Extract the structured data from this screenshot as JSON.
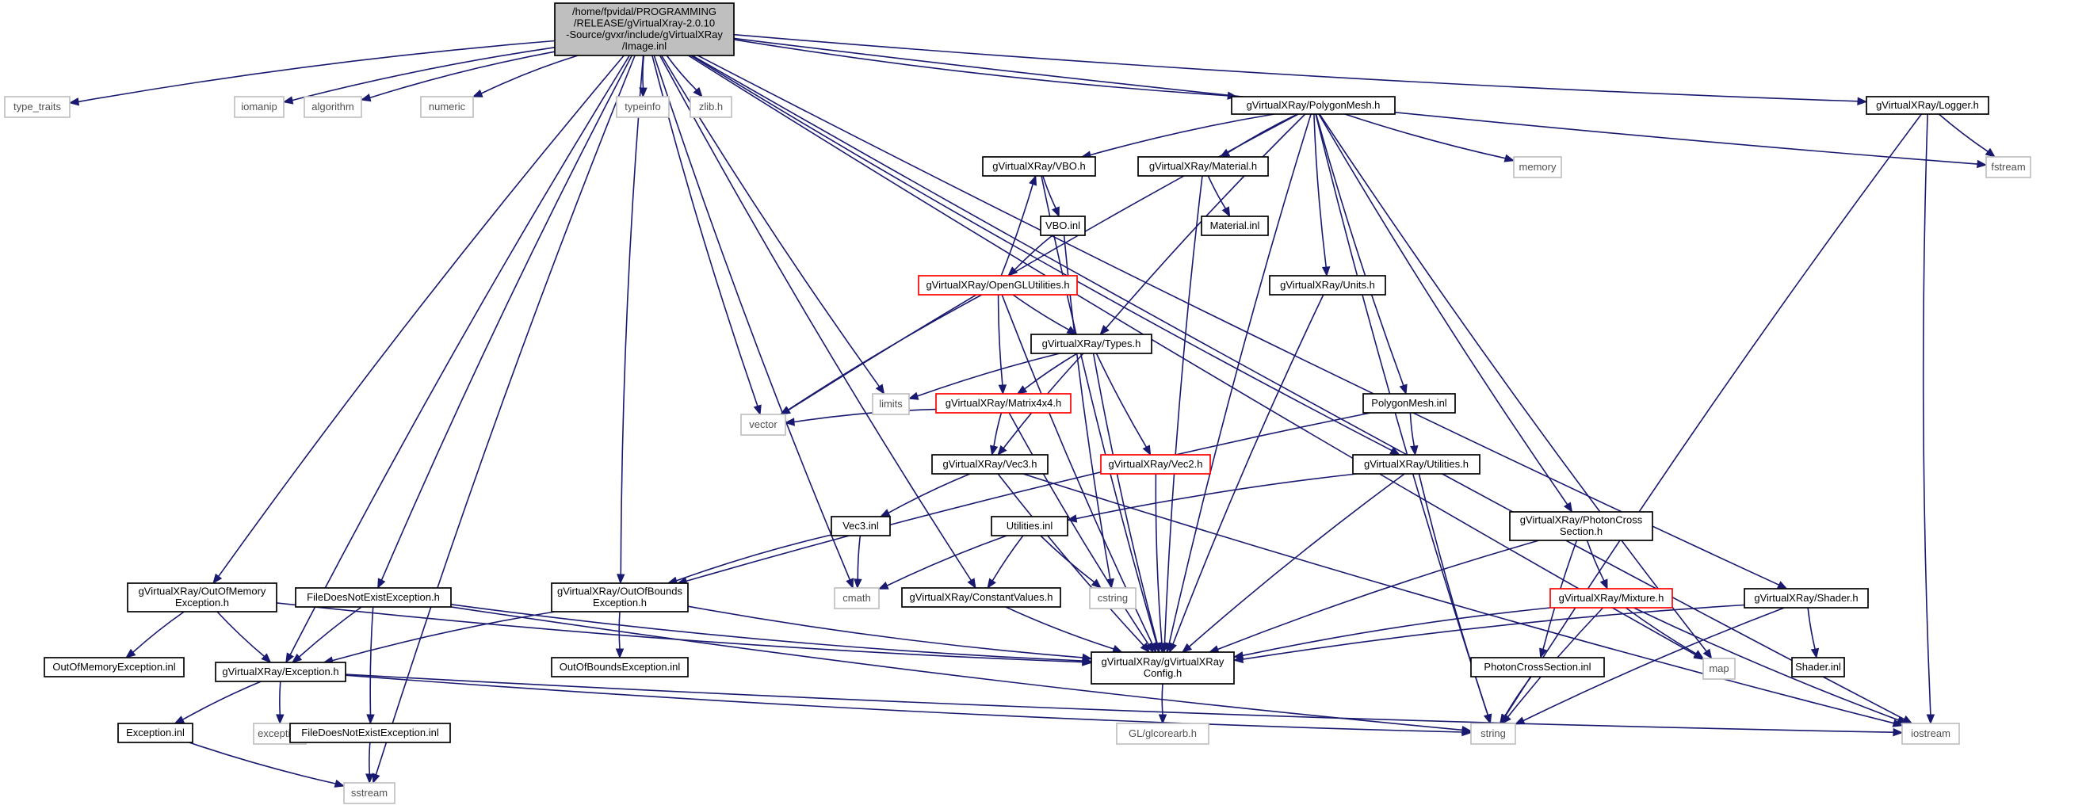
{
  "colors": {
    "edge": "#191970",
    "root_fill": "#bfbfbf",
    "header_border": "#000000",
    "missing_border": "#ff0000",
    "system_border": "#c0c0c0"
  },
  "nodes": {
    "root": {
      "lines": [
        "/home/fpvidal/PROGRAMMING",
        "/RELEASE/gVirtualXray-2.0.10",
        "-Source/gvxr/include/gVirtualXRay",
        "/Image.inl"
      ],
      "kind": "root"
    },
    "type_traits": {
      "lines": [
        "type_traits"
      ],
      "kind": "system"
    },
    "iomanip": {
      "lines": [
        "iomanip"
      ],
      "kind": "system"
    },
    "algorithm": {
      "lines": [
        "algorithm"
      ],
      "kind": "system"
    },
    "numeric": {
      "lines": [
        "numeric"
      ],
      "kind": "system"
    },
    "typeinfo": {
      "lines": [
        "typeinfo"
      ],
      "kind": "system"
    },
    "zlib": {
      "lines": [
        "zlib.h"
      ],
      "kind": "system"
    },
    "polymesh": {
      "lines": [
        "gVirtualXRay/PolygonMesh.h"
      ],
      "kind": "header"
    },
    "logger": {
      "lines": [
        "gVirtualXRay/Logger.h"
      ],
      "kind": "header"
    },
    "fstream": {
      "lines": [
        "fstream"
      ],
      "kind": "system"
    },
    "vbo_h": {
      "lines": [
        "gVirtualXRay/VBO.h"
      ],
      "kind": "header"
    },
    "material_h": {
      "lines": [
        "gVirtualXRay/Material.h"
      ],
      "kind": "header"
    },
    "memory": {
      "lines": [
        "memory"
      ],
      "kind": "system"
    },
    "vbo_inl": {
      "lines": [
        "VBO.inl"
      ],
      "kind": "header"
    },
    "material_inl": {
      "lines": [
        "Material.inl"
      ],
      "kind": "header"
    },
    "glutils": {
      "lines": [
        "gVirtualXRay/OpenGLUtilities.h"
      ],
      "kind": "missing"
    },
    "units": {
      "lines": [
        "gVirtualXRay/Units.h"
      ],
      "kind": "header"
    },
    "types": {
      "lines": [
        "gVirtualXRay/Types.h"
      ],
      "kind": "header"
    },
    "limits": {
      "lines": [
        "limits"
      ],
      "kind": "system"
    },
    "matrix": {
      "lines": [
        "gVirtualXRay/Matrix4x4.h"
      ],
      "kind": "missing"
    },
    "polymesh_inl": {
      "lines": [
        "PolygonMesh.inl"
      ],
      "kind": "header"
    },
    "vector": {
      "lines": [
        "vector"
      ],
      "kind": "system"
    },
    "vec3_h": {
      "lines": [
        "gVirtualXRay/Vec3.h"
      ],
      "kind": "header"
    },
    "vec2_h": {
      "lines": [
        "gVirtualXRay/Vec2.h"
      ],
      "kind": "missing"
    },
    "utilities_h": {
      "lines": [
        "gVirtualXRay/Utilities.h"
      ],
      "kind": "header"
    },
    "vec3_inl": {
      "lines": [
        "Vec3.inl"
      ],
      "kind": "header"
    },
    "utilities_inl": {
      "lines": [
        "Utilities.inl"
      ],
      "kind": "header"
    },
    "photon_h": {
      "lines": [
        "gVirtualXRay/PhotonCross",
        "Section.h"
      ],
      "kind": "header"
    },
    "oom_h": {
      "lines": [
        "gVirtualXRay/OutOfMemory",
        "Exception.h"
      ],
      "kind": "header"
    },
    "fnf_h": {
      "lines": [
        "FileDoesNotExistException.h"
      ],
      "kind": "header"
    },
    "oob_h": {
      "lines": [
        "gVirtualXRay/OutOfBounds",
        "Exception.h"
      ],
      "kind": "header"
    },
    "cmath": {
      "lines": [
        "cmath"
      ],
      "kind": "system"
    },
    "constvals": {
      "lines": [
        "gVirtualXRay/ConstantValues.h"
      ],
      "kind": "header"
    },
    "cstring": {
      "lines": [
        "cstring"
      ],
      "kind": "system"
    },
    "mixture": {
      "lines": [
        "gVirtualXRay/Mixture.h"
      ],
      "kind": "missing"
    },
    "shader_h": {
      "lines": [
        "gVirtualXRay/Shader.h"
      ],
      "kind": "header"
    },
    "oom_inl": {
      "lines": [
        "OutOfMemoryException.inl"
      ],
      "kind": "header"
    },
    "exception_h": {
      "lines": [
        "gVirtualXRay/Exception.h"
      ],
      "kind": "header"
    },
    "oob_inl": {
      "lines": [
        "OutOfBoundsException.inl"
      ],
      "kind": "header"
    },
    "config": {
      "lines": [
        "gVirtualXRay/gVirtualXRay",
        "Config.h"
      ],
      "kind": "header"
    },
    "photon_inl": {
      "lines": [
        "PhotonCrossSection.inl"
      ],
      "kind": "header"
    },
    "map": {
      "lines": [
        "map"
      ],
      "kind": "system"
    },
    "shader_inl": {
      "lines": [
        "Shader.inl"
      ],
      "kind": "header"
    },
    "exception_inl": {
      "lines": [
        "Exception.inl"
      ],
      "kind": "header"
    },
    "exception": {
      "lines": [
        "exception"
      ],
      "kind": "system"
    },
    "fnf_inl": {
      "lines": [
        "FileDoesNotExistException.inl"
      ],
      "kind": "header"
    },
    "string": {
      "lines": [
        "string"
      ],
      "kind": "system"
    },
    "iostream": {
      "lines": [
        "iostream"
      ],
      "kind": "system"
    },
    "glcorearb": {
      "lines": [
        "GL/glcorearb.h"
      ],
      "kind": "system"
    },
    "sstream": {
      "lines": [
        "sstream"
      ],
      "kind": "system"
    }
  },
  "edges": [
    [
      "root",
      "type_traits"
    ],
    [
      "root",
      "iomanip"
    ],
    [
      "root",
      "algorithm"
    ],
    [
      "root",
      "numeric"
    ],
    [
      "root",
      "typeinfo"
    ],
    [
      "root",
      "zlib"
    ],
    [
      "root",
      "polymesh"
    ],
    [
      "root",
      "logger"
    ],
    [
      "root",
      "fstream"
    ],
    [
      "root",
      "iostream"
    ],
    [
      "root",
      "vector"
    ],
    [
      "root",
      "limits"
    ],
    [
      "root",
      "sstream"
    ],
    [
      "root",
      "oom_h"
    ],
    [
      "root",
      "fnf_h"
    ],
    [
      "root",
      "oob_h"
    ],
    [
      "root",
      "exception_h"
    ],
    [
      "root",
      "cmath"
    ],
    [
      "root",
      "constvals"
    ],
    [
      "root",
      "utilities_h"
    ],
    [
      "root",
      "shader_h"
    ],
    [
      "root",
      "map"
    ],
    [
      "polymesh",
      "vbo_h"
    ],
    [
      "polymesh",
      "material_h"
    ],
    [
      "polymesh",
      "memory"
    ],
    [
      "polymesh",
      "units"
    ],
    [
      "polymesh",
      "types"
    ],
    [
      "polymesh",
      "polymesh_inl"
    ],
    [
      "polymesh",
      "photon_h"
    ],
    [
      "polymesh",
      "vector"
    ],
    [
      "polymesh",
      "string"
    ],
    [
      "polymesh",
      "config"
    ],
    [
      "polymesh",
      "map"
    ],
    [
      "logger",
      "fstream"
    ],
    [
      "logger",
      "iostream"
    ],
    [
      "logger",
      "string"
    ],
    [
      "vbo_h",
      "vbo_inl"
    ],
    [
      "vbo_h",
      "config"
    ],
    [
      "material_h",
      "material_inl"
    ],
    [
      "material_h",
      "config"
    ],
    [
      "vbo_inl",
      "glutils"
    ],
    [
      "vbo_inl",
      "cstring"
    ],
    [
      "glutils",
      "vbo_h"
    ],
    [
      "glutils",
      "types"
    ],
    [
      "glutils",
      "matrix"
    ],
    [
      "glutils",
      "vector"
    ],
    [
      "glutils",
      "config"
    ],
    [
      "units",
      "config"
    ],
    [
      "types",
      "limits"
    ],
    [
      "types",
      "matrix"
    ],
    [
      "types",
      "vec3_h"
    ],
    [
      "types",
      "vec2_h"
    ],
    [
      "types",
      "config"
    ],
    [
      "matrix",
      "vector"
    ],
    [
      "matrix",
      "vec3_h"
    ],
    [
      "matrix",
      "config"
    ],
    [
      "polymesh_inl",
      "utilities_h"
    ],
    [
      "polymesh_inl",
      "oob_h"
    ],
    [
      "vec3_h",
      "vec3_inl"
    ],
    [
      "vec3_h",
      "iostream"
    ],
    [
      "vec3_h",
      "config"
    ],
    [
      "vec2_h",
      "config"
    ],
    [
      "utilities_h",
      "utilities_inl"
    ],
    [
      "utilities_h",
      "string"
    ],
    [
      "utilities_h",
      "config"
    ],
    [
      "vec3_inl",
      "cmath"
    ],
    [
      "vec3_inl",
      "oob_h"
    ],
    [
      "utilities_inl",
      "cmath"
    ],
    [
      "utilities_inl",
      "constvals"
    ],
    [
      "utilities_inl",
      "cstring"
    ],
    [
      "photon_h",
      "mixture"
    ],
    [
      "photon_h",
      "photon_inl"
    ],
    [
      "photon_h",
      "config"
    ],
    [
      "oom_h",
      "oom_inl"
    ],
    [
      "oom_h",
      "exception_h"
    ],
    [
      "oom_h",
      "config"
    ],
    [
      "fnf_h",
      "exception_h"
    ],
    [
      "fnf_h",
      "fnf_inl"
    ],
    [
      "fnf_h",
      "config"
    ],
    [
      "fnf_h",
      "string"
    ],
    [
      "oob_h",
      "oob_inl"
    ],
    [
      "oob_h",
      "exception_h"
    ],
    [
      "oob_h",
      "config"
    ],
    [
      "constvals",
      "config"
    ],
    [
      "mixture",
      "config"
    ],
    [
      "mixture",
      "map"
    ],
    [
      "mixture",
      "string"
    ],
    [
      "mixture",
      "iostream"
    ],
    [
      "shader_h",
      "shader_inl"
    ],
    [
      "shader_h",
      "config"
    ],
    [
      "shader_h",
      "string"
    ],
    [
      "exception_h",
      "exception_inl"
    ],
    [
      "exception_h",
      "exception"
    ],
    [
      "exception_h",
      "string"
    ],
    [
      "exception_h",
      "iostream"
    ],
    [
      "config",
      "glcorearb"
    ],
    [
      "photon_inl",
      "string"
    ],
    [
      "exception_inl",
      "sstream"
    ],
    [
      "fnf_inl",
      "sstream"
    ]
  ]
}
